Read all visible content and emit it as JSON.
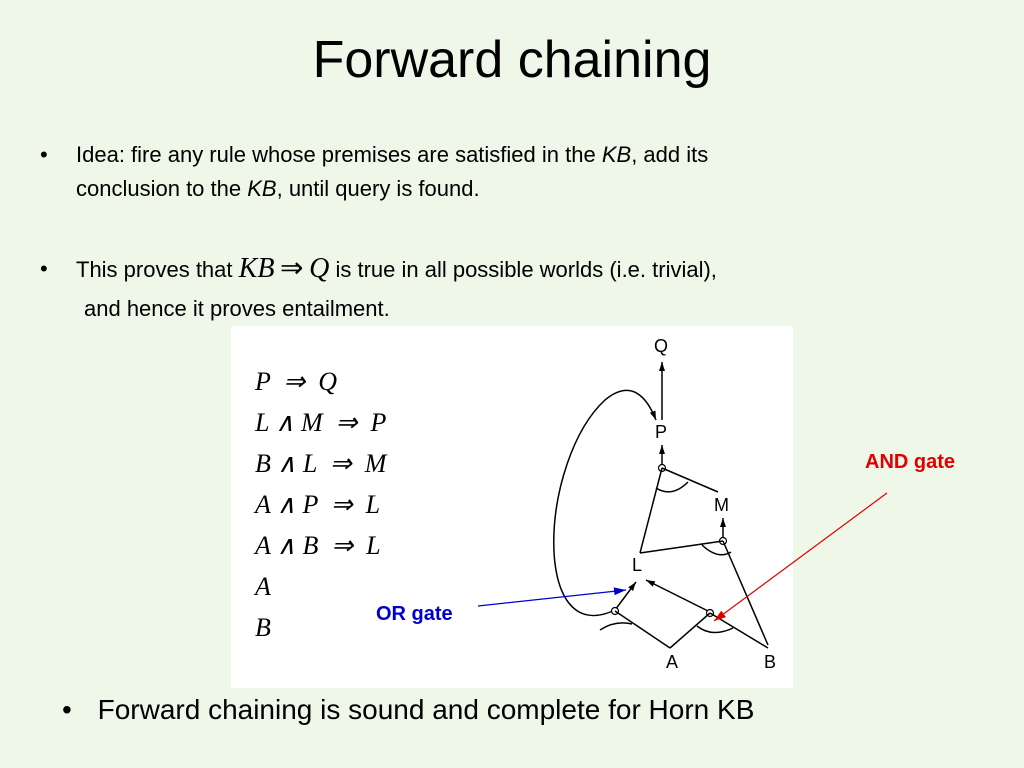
{
  "title": "Forward chaining",
  "bullets": {
    "b1_line1_pre": "Idea: fire any rule whose premises are satisfied in the ",
    "b1_kb1": "KB",
    "b1_line1_post": ", add its",
    "b1_line2_pre": "conclusion to the ",
    "b1_kb2": "KB",
    "b1_line2_post": ", until query is found.",
    "b2_pre": "This proves that ",
    "b2_math_kb": "KB",
    "b2_math_arrow": "⇒",
    "b2_math_q": "Q",
    "b2_post": " is true in all possible worlds (i.e. trivial),",
    "b2_line2": "and hence it proves entailment.",
    "b3": "Forward chaining is sound and complete for Horn KB",
    "marker": "•"
  },
  "rules": [
    "P  ⇒  Q",
    "L ∧ M  ⇒  P",
    "B ∧ L  ⇒  M",
    "A ∧ P  ⇒  L",
    "A ∧ B  ⇒  L",
    "A",
    "B"
  ],
  "graph": {
    "nodes": {
      "Q": "Q",
      "P": "P",
      "M": "M",
      "L": "L",
      "A": "A",
      "B": "B"
    }
  },
  "labels": {
    "and_gate": "AND gate",
    "or_gate": "OR gate"
  },
  "colors": {
    "and_gate": "#e00000",
    "or_gate": "#0000cc",
    "background": "#eef7e8"
  }
}
